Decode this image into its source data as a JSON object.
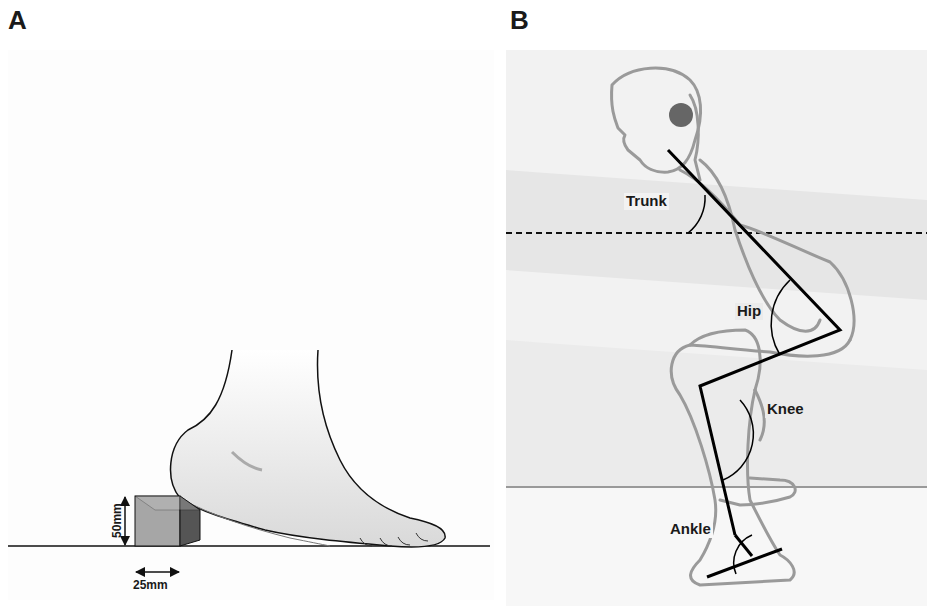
{
  "diagram": {
    "labels": [
      "A",
      "B",
      "50mm",
      "25mm",
      "Trunk",
      "Hip",
      "Knee",
      "Ankle"
    ]
  }
}
